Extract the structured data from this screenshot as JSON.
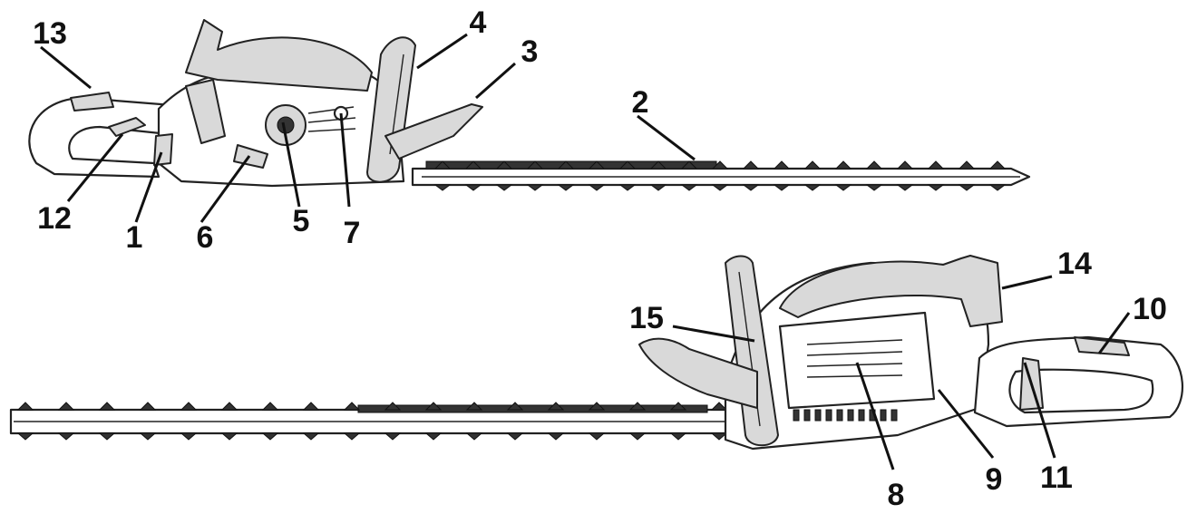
{
  "callouts": [
    {
      "id": "1",
      "label": "1"
    },
    {
      "id": "2",
      "label": "2"
    },
    {
      "id": "3",
      "label": "3"
    },
    {
      "id": "4",
      "label": "4"
    },
    {
      "id": "5",
      "label": "5"
    },
    {
      "id": "6",
      "label": "6"
    },
    {
      "id": "7",
      "label": "7"
    },
    {
      "id": "8",
      "label": "8"
    },
    {
      "id": "9",
      "label": "9"
    },
    {
      "id": "10",
      "label": "10"
    },
    {
      "id": "11",
      "label": "11"
    },
    {
      "id": "12",
      "label": "12"
    },
    {
      "id": "13",
      "label": "13"
    },
    {
      "id": "14",
      "label": "14"
    },
    {
      "id": "15",
      "label": "15"
    }
  ],
  "colors": {
    "ink": "#111111",
    "housing_fill": "#d9d9d9",
    "background": "#ffffff"
  }
}
